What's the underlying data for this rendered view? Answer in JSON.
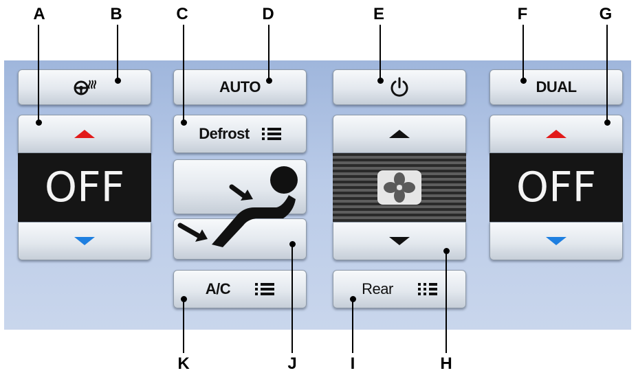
{
  "callouts": {
    "A": "A",
    "B": "B",
    "C": "C",
    "D": "D",
    "E": "E",
    "F": "F",
    "G": "G",
    "H": "H",
    "I": "I",
    "J": "J",
    "K": "K"
  },
  "buttons": {
    "auto": "AUTO",
    "defrost": "Defrost",
    "dual": "DUAL",
    "ac": "A/C",
    "rear": "Rear"
  },
  "displays": {
    "driver_temp": "OFF",
    "passenger_temp": "OFF"
  },
  "colors": {
    "panel": "#b3c6e6",
    "temp_up_arrow": "#e21a1a",
    "temp_down_arrow": "#1e7fe0",
    "display_bg": "#151515"
  },
  "icons": {
    "heated_wheel": "heated-steering-wheel-icon",
    "power": "power-icon",
    "fan": "fan-icon",
    "airflow": "airflow-seat-icon",
    "indicator": "indicator-lines-icon"
  }
}
